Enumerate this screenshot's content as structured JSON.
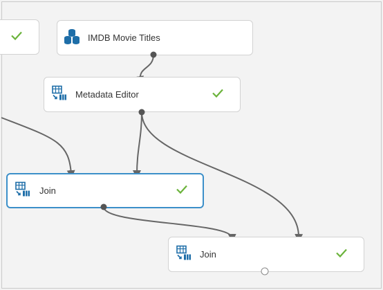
{
  "nodes": [
    {
      "id": "partial",
      "label": "",
      "status": "check"
    },
    {
      "id": "imdb",
      "label": "IMDB Movie Titles",
      "icon": "dataset-icon",
      "status": "check-hidden"
    },
    {
      "id": "metadata",
      "label": "Metadata Editor",
      "icon": "table-transform-icon",
      "status": "check"
    },
    {
      "id": "join1",
      "label": "Join",
      "icon": "table-transform-icon",
      "status": "check",
      "selected": true
    },
    {
      "id": "join2",
      "label": "Join",
      "icon": "table-transform-icon",
      "status": "check"
    }
  ],
  "colors": {
    "check": "#6bb33b",
    "selected_border": "#3b8fc9",
    "icon": "#1e6ea8",
    "wire": "#666666"
  }
}
